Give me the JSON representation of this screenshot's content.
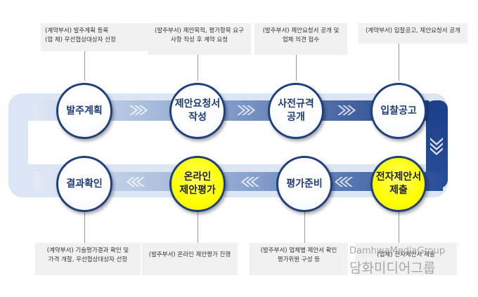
{
  "nodes": [
    {
      "lines": [
        "발주계획"
      ],
      "highlight": false
    },
    {
      "lines": [
        "제안요청서",
        "작성"
      ],
      "highlight": false
    },
    {
      "lines": [
        "사전규격",
        "공개"
      ],
      "highlight": false
    },
    {
      "lines": [
        "입찰공고"
      ],
      "highlight": false
    },
    {
      "lines": [
        "전자제안서",
        "제출"
      ],
      "highlight": true
    },
    {
      "lines": [
        "평가준비"
      ],
      "highlight": false
    },
    {
      "lines": [
        "온라인",
        "제안평가"
      ],
      "highlight": true
    },
    {
      "lines": [
        "결과확인"
      ],
      "highlight": false
    }
  ],
  "notes_top": [
    {
      "lines": [
        "(계약부서) 발주계획 등록",
        "(업       체) 우선협상대상자 선정"
      ]
    },
    {
      "lines": [
        "(발주부서) 제안목적, 평가항목 요구",
        "사항 작성 후 계약 요청"
      ]
    },
    {
      "lines": [
        "(발주부서) 제안요청서 공개 및",
        "업체 의견 접수"
      ]
    },
    {
      "lines": [
        "(계약부서) 입찰공고, 제안요청서 공개"
      ]
    }
  ],
  "notes_bottom": [
    {
      "lines": [
        "(계약부서) 기술평가결과 확인 및",
        "가격 개찰, 우선협상대상자 선정"
      ]
    },
    {
      "lines": [
        "(발주부서) 온라인 제안평가 진행"
      ]
    },
    {
      "lines": [
        "(발주부서) 업체별 제안서 확인",
        "평가위원 구성 등"
      ]
    },
    {
      "lines": [
        "(업체) 전자제안서 제출"
      ]
    }
  ],
  "watermark": {
    "en": "DamhwaMediaGroup",
    "kr": "담화미디어그룹"
  },
  "colors": {
    "band_dark": "#1d3f8a",
    "band_light": "#dbe5f3",
    "node_border": "#1f3f7d",
    "highlight": "#ffff00"
  }
}
